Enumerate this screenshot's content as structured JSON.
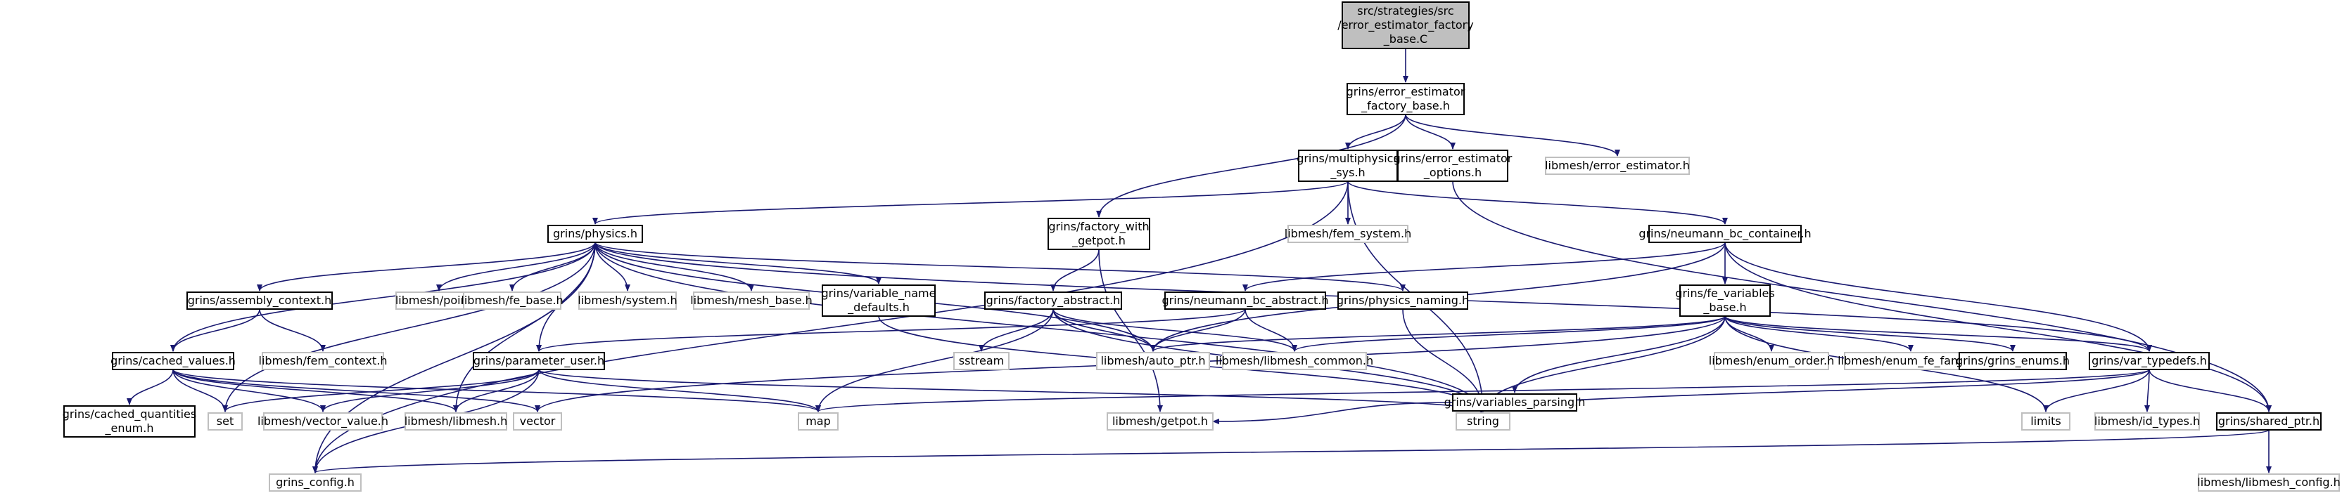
{
  "nodes": [
    {
      "id": "root",
      "lines": [
        "src/strategies/src",
        "/error_estimator_factory",
        "_base.C"
      ],
      "kind": "root"
    },
    {
      "id": "eefb",
      "lines": [
        "grins/error_estimator",
        "_factory_base.h"
      ],
      "kind": "doc"
    },
    {
      "id": "msys",
      "lines": [
        "grins/multiphysics",
        "_sys.h"
      ],
      "kind": "doc"
    },
    {
      "id": "eeo",
      "lines": [
        "grins/error_estimator",
        "_options.h"
      ],
      "kind": "doc"
    },
    {
      "id": "lee",
      "lines": [
        "libmesh/error_estimator.h"
      ],
      "kind": "ext"
    },
    {
      "id": "fwg",
      "lines": [
        "grins/factory_with",
        "_getpot.h"
      ],
      "kind": "doc"
    },
    {
      "id": "lfs",
      "lines": [
        "libmesh/fem_system.h"
      ],
      "kind": "ext"
    },
    {
      "id": "phys",
      "lines": [
        "grins/physics.h"
      ],
      "kind": "doc"
    },
    {
      "id": "nbcc",
      "lines": [
        "grins/neumann_bc_container.h"
      ],
      "kind": "doc"
    },
    {
      "id": "actx",
      "lines": [
        "grins/assembly_context.h"
      ],
      "kind": "doc"
    },
    {
      "id": "lpt",
      "lines": [
        "libmesh/point.h"
      ],
      "kind": "ext"
    },
    {
      "id": "lfeb",
      "lines": [
        "libmesh/fe_base.h"
      ],
      "kind": "ext"
    },
    {
      "id": "lsys",
      "lines": [
        "libmesh/system.h"
      ],
      "kind": "ext"
    },
    {
      "id": "lmb",
      "lines": [
        "libmesh/mesh_base.h"
      ],
      "kind": "ext"
    },
    {
      "id": "vnd",
      "lines": [
        "grins/variable_name",
        "_defaults.h"
      ],
      "kind": "doc"
    },
    {
      "id": "fabs",
      "lines": [
        "grins/factory_abstract.h"
      ],
      "kind": "doc"
    },
    {
      "id": "nbca",
      "lines": [
        "grins/neumann_bc_abstract.h"
      ],
      "kind": "doc"
    },
    {
      "id": "pnam",
      "lines": [
        "grins/physics_naming.h"
      ],
      "kind": "doc"
    },
    {
      "id": "fvb",
      "lines": [
        "grins/fe_variables",
        "_base.h"
      ],
      "kind": "doc"
    },
    {
      "id": "cval",
      "lines": [
        "grins/cached_values.h"
      ],
      "kind": "doc"
    },
    {
      "id": "lfc",
      "lines": [
        "libmesh/fem_context.h"
      ],
      "kind": "ext"
    },
    {
      "id": "puser",
      "lines": [
        "grins/parameter_user.h"
      ],
      "kind": "doc"
    },
    {
      "id": "sstr",
      "lines": [
        "sstream"
      ],
      "kind": "ext"
    },
    {
      "id": "laut",
      "lines": [
        "libmesh/auto_ptr.h"
      ],
      "kind": "ext"
    },
    {
      "id": "lcom",
      "lines": [
        "libmesh/libmesh_common.h"
      ],
      "kind": "ext"
    },
    {
      "id": "vpar",
      "lines": [
        "grins/variables_parsing.h"
      ],
      "kind": "doc"
    },
    {
      "id": "leo",
      "lines": [
        "libmesh/enum_order.h"
      ],
      "kind": "ext"
    },
    {
      "id": "lefe",
      "lines": [
        "libmesh/enum_fe_family.h"
      ],
      "kind": "ext"
    },
    {
      "id": "genu",
      "lines": [
        "grins/grins_enums.h"
      ],
      "kind": "doc"
    },
    {
      "id": "vty",
      "lines": [
        "grins/var_typedefs.h"
      ],
      "kind": "doc"
    },
    {
      "id": "cqe",
      "lines": [
        "grins/cached_quantities",
        "_enum.h"
      ],
      "kind": "doc"
    },
    {
      "id": "set",
      "lines": [
        "set"
      ],
      "kind": "ext"
    },
    {
      "id": "lvv",
      "lines": [
        "libmesh/vector_value.h"
      ],
      "kind": "ext"
    },
    {
      "id": "llm",
      "lines": [
        "libmesh/libmesh.h"
      ],
      "kind": "ext"
    },
    {
      "id": "vec",
      "lines": [
        "vector"
      ],
      "kind": "ext"
    },
    {
      "id": "map",
      "lines": [
        "map"
      ],
      "kind": "ext"
    },
    {
      "id": "lgp",
      "lines": [
        "libmesh/getpot.h"
      ],
      "kind": "ext"
    },
    {
      "id": "str",
      "lines": [
        "string"
      ],
      "kind": "ext"
    },
    {
      "id": "lim",
      "lines": [
        "limits"
      ],
      "kind": "ext"
    },
    {
      "id": "lidt",
      "lines": [
        "libmesh/id_types.h"
      ],
      "kind": "ext"
    },
    {
      "id": "shp",
      "lines": [
        "grins/shared_ptr.h"
      ],
      "kind": "doc"
    },
    {
      "id": "gcfg",
      "lines": [
        "grins_config.h"
      ],
      "kind": "ext"
    },
    {
      "id": "lcfg",
      "lines": [
        "libmesh/libmesh_config.h"
      ],
      "kind": "ext"
    }
  ],
  "edges": [
    [
      "root",
      "eefb"
    ],
    [
      "eefb",
      "msys"
    ],
    [
      "eefb",
      "eeo"
    ],
    [
      "eefb",
      "lee"
    ],
    [
      "eefb",
      "fwg"
    ],
    [
      "msys",
      "lfs"
    ],
    [
      "msys",
      "phys"
    ],
    [
      "msys",
      "nbcc"
    ],
    [
      "msys",
      "gcfg"
    ],
    [
      "msys",
      "str"
    ],
    [
      "eeo",
      "shp"
    ],
    [
      "fwg",
      "fabs"
    ],
    [
      "fwg",
      "lgp"
    ],
    [
      "phys",
      "actx"
    ],
    [
      "phys",
      "lpt"
    ],
    [
      "phys",
      "lfeb"
    ],
    [
      "phys",
      "lsys"
    ],
    [
      "phys",
      "lmb"
    ],
    [
      "phys",
      "vnd"
    ],
    [
      "phys",
      "pnam"
    ],
    [
      "phys",
      "cval"
    ],
    [
      "phys",
      "puser"
    ],
    [
      "phys",
      "laut"
    ],
    [
      "phys",
      "vty"
    ],
    [
      "phys",
      "set"
    ],
    [
      "phys",
      "llm"
    ],
    [
      "phys",
      "gcfg"
    ],
    [
      "phys",
      "str"
    ],
    [
      "nbcc",
      "nbca"
    ],
    [
      "nbcc",
      "fvb"
    ],
    [
      "nbcc",
      "vty"
    ],
    [
      "nbcc",
      "shp"
    ],
    [
      "nbcc",
      "laut"
    ],
    [
      "actx",
      "lfc"
    ],
    [
      "actx",
      "cval"
    ],
    [
      "vnd",
      "str"
    ],
    [
      "fabs",
      "sstr"
    ],
    [
      "fabs",
      "laut"
    ],
    [
      "fabs",
      "lcom"
    ],
    [
      "fabs",
      "map"
    ],
    [
      "fabs",
      "str"
    ],
    [
      "nbca",
      "laut"
    ],
    [
      "nbca",
      "lcom"
    ],
    [
      "nbca",
      "puser"
    ],
    [
      "pnam",
      "str"
    ],
    [
      "fvb",
      "vpar"
    ],
    [
      "fvb",
      "leo"
    ],
    [
      "fvb",
      "lefe"
    ],
    [
      "fvb",
      "genu"
    ],
    [
      "fvb",
      "vty"
    ],
    [
      "fvb",
      "laut"
    ],
    [
      "fvb",
      "lcom"
    ],
    [
      "fvb",
      "str"
    ],
    [
      "fvb",
      "vec"
    ],
    [
      "fvb",
      "lim"
    ],
    [
      "cval",
      "cqe"
    ],
    [
      "cval",
      "set"
    ],
    [
      "cval",
      "lvv"
    ],
    [
      "cval",
      "llm"
    ],
    [
      "cval",
      "vec"
    ],
    [
      "cval",
      "map"
    ],
    [
      "puser",
      "set"
    ],
    [
      "puser",
      "lvv"
    ],
    [
      "puser",
      "llm"
    ],
    [
      "puser",
      "map"
    ],
    [
      "puser",
      "str"
    ],
    [
      "puser",
      "gcfg"
    ],
    [
      "vpar",
      "str"
    ],
    [
      "vpar",
      "lgp"
    ],
    [
      "vty",
      "lim"
    ],
    [
      "vty",
      "lidt"
    ],
    [
      "vty",
      "shp"
    ],
    [
      "vty",
      "map"
    ],
    [
      "vty",
      "str"
    ],
    [
      "shp",
      "gcfg"
    ],
    [
      "shp",
      "lcfg"
    ]
  ]
}
